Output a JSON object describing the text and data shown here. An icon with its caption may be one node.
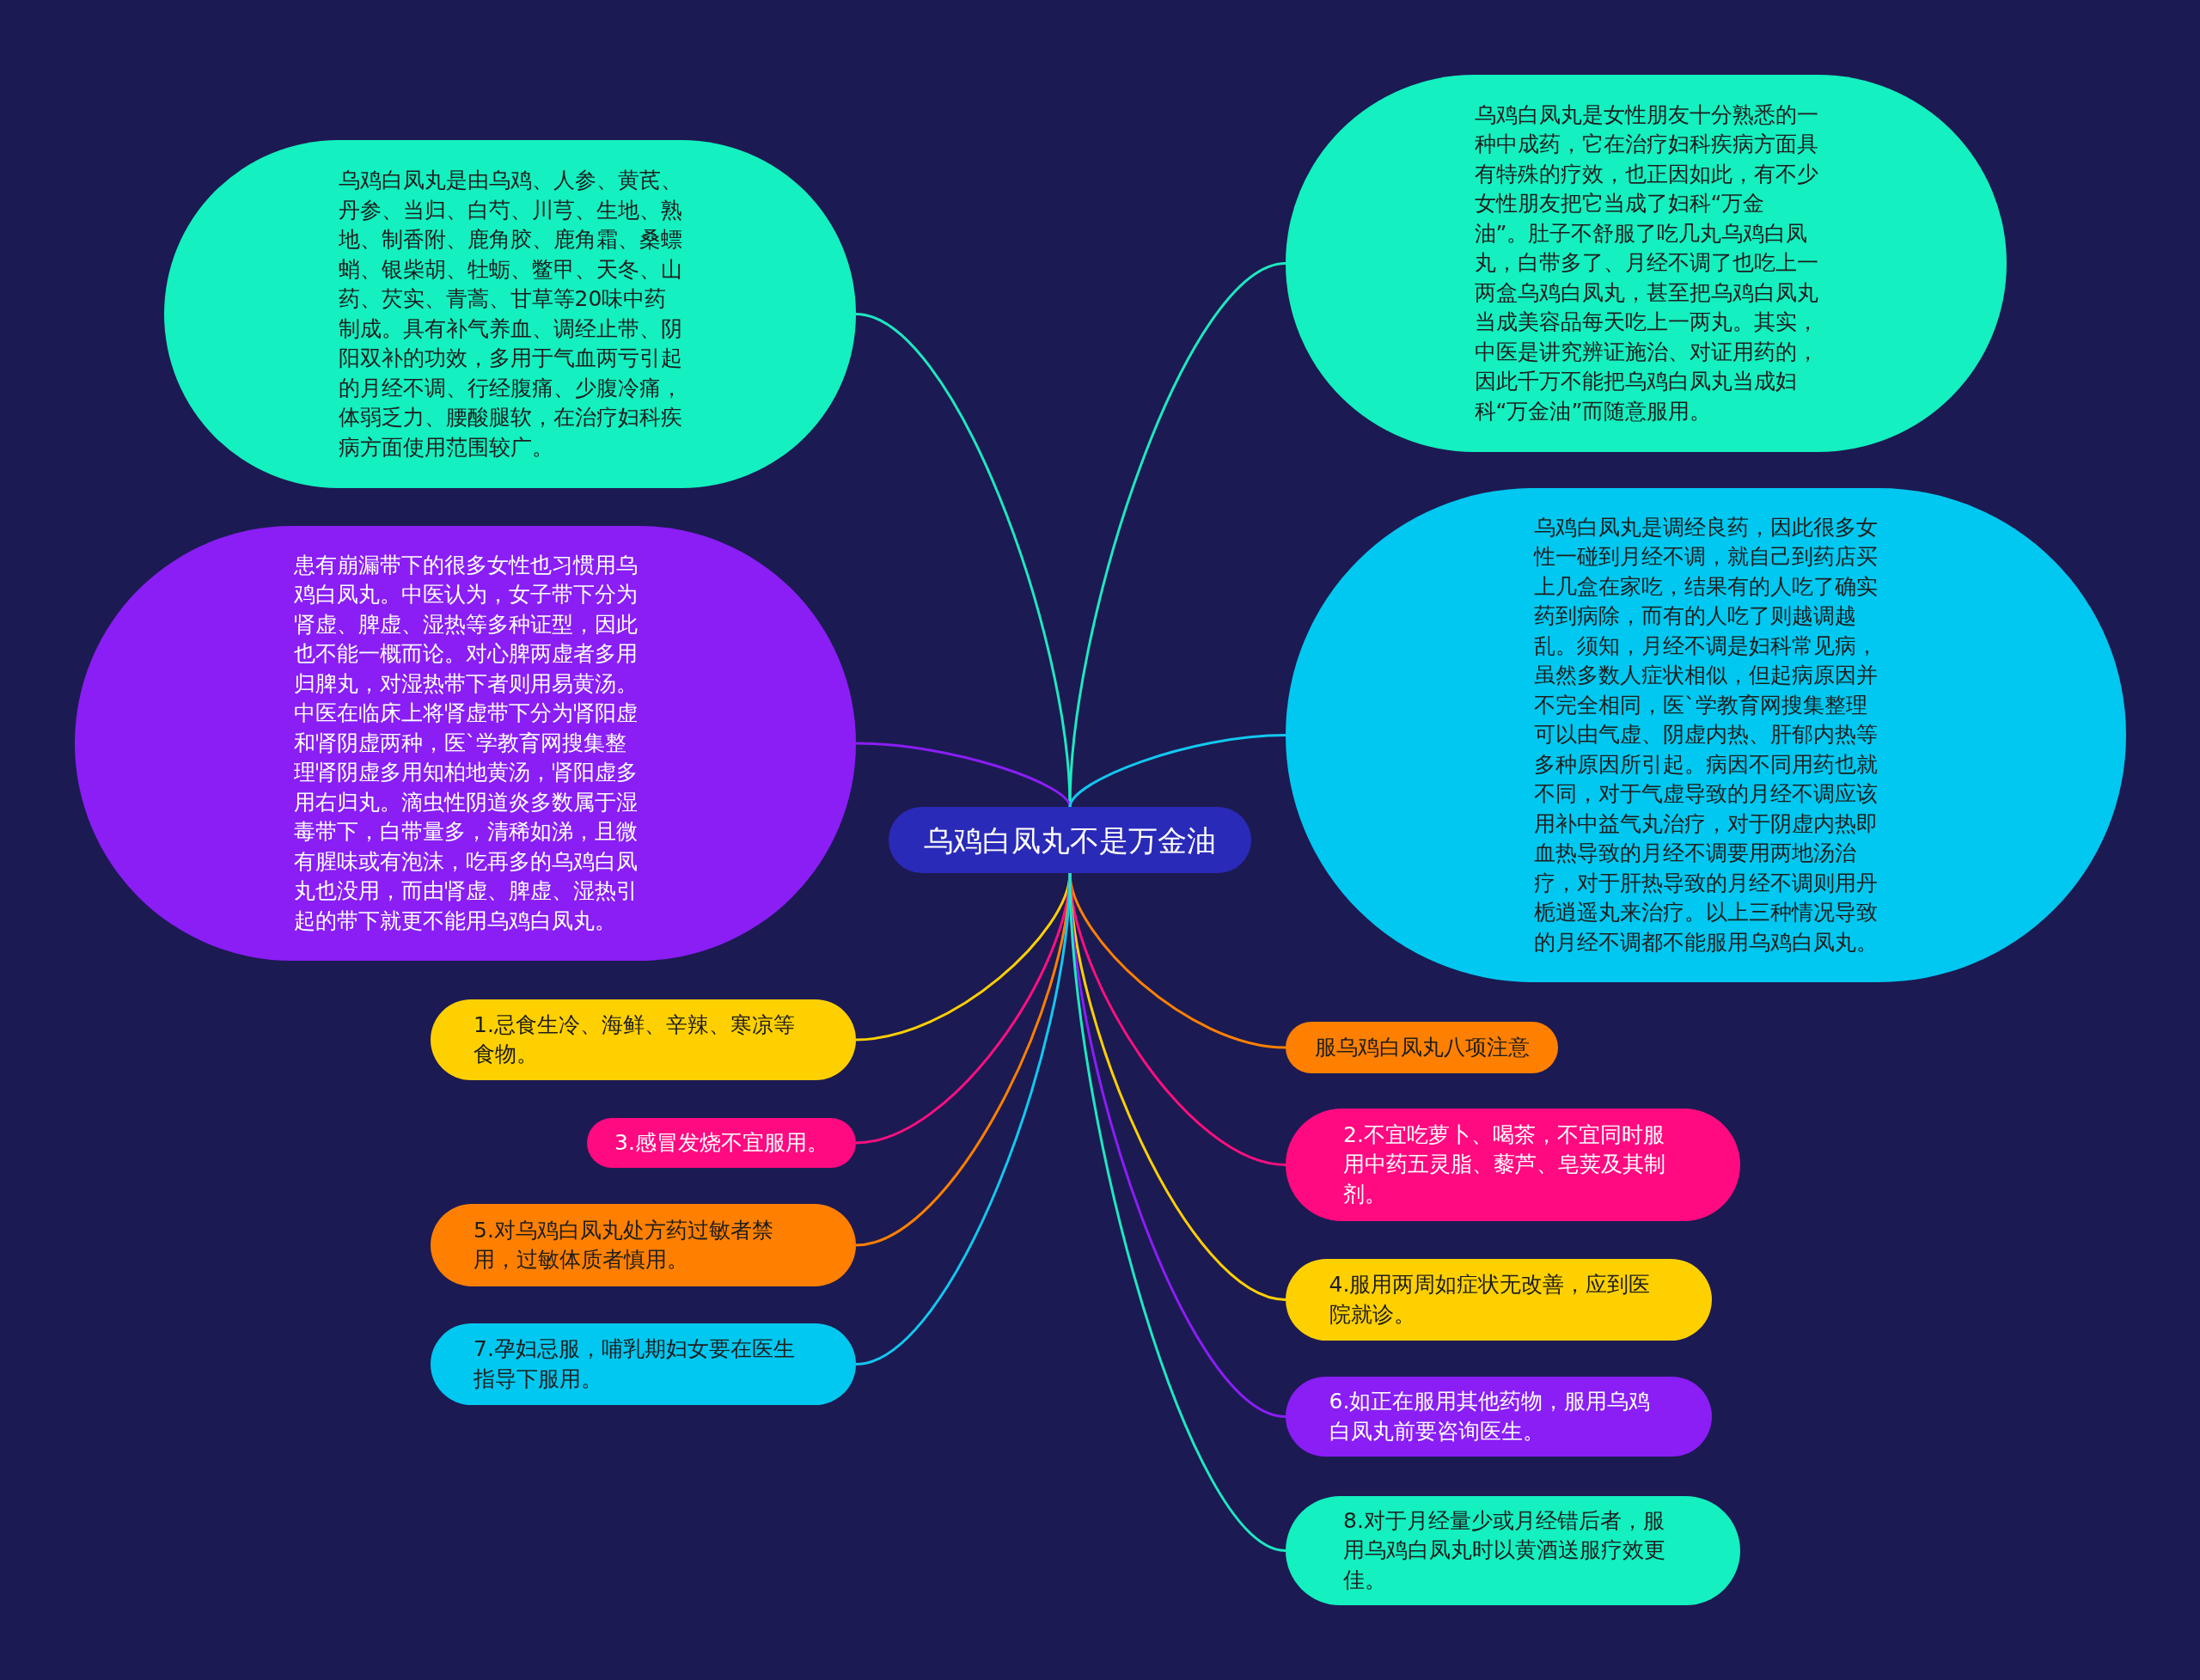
{
  "diagram": {
    "nodes": [
      {
        "text": [
          "乌鸡白凤丸不是万金油"
        ]
      },
      {
        "text": [
          "乌鸡白凤丸是由乌鸡、人参、黄芪、丹参、当归、白芍、川芎、生地、熟地、制香附、鹿角胶、鹿角霜、桑螵蛸、银柴胡、牡蛎、鳖甲、天冬、山药、芡实、青蒿、甘草等20味中药制成。具有补气养血、调经止带、阴阳双补的功效，多用于气血两亏引起的月经不调、行经腹痛、少腹冷痛，体弱乏力、腰酸腿软，在治疗妇科疾病方面使用范围较广。"
        ]
      },
      {
        "text": [
          "乌鸡白凤丸是女性朋友十分熟悉的一种中成药，它在治疗妇科疾病方面具有特殊的疗效，也正因如此，有不少女性朋友把它当成了妇科“万金油”。肚子不舒服了吃几丸乌鸡白凤丸，白带多了、月经不调了也吃上一两盒乌鸡白凤丸，甚至把乌鸡白凤丸当成美容品每天吃上一两丸。其实，中医是讲究辨证施治、对证用药的，因此千万不能把乌鸡白凤丸当成妇科“万金油”而随意服用。"
        ]
      },
      {
        "text": [
          "患有崩漏带下的很多女性也习惯用乌鸡白凤丸。中医认为，女子带下分为肾虚、脾虚、湿热等多种证型，因此也不能一概而论。对心脾两虚者多用归脾丸，对湿热带下者则用易黄汤。中医在临床上将肾虚带下分为肾阳虚和肾阴虚两种，医`学教育网搜集整理肾阴虚多用知柏地黄汤，肾阳虚多用右归丸。滴虫性阴道炎多数属于湿毒带下，白带量多，清稀如涕，且微有腥味或有泡沫，吃再多的乌鸡白凤丸也没用，而由肾虚、脾虚、湿热引起的带下就更不能用乌鸡白凤丸。"
        ]
      },
      {
        "text": [
          "乌鸡白凤丸是调经良药，因此很多女性一碰到月经不调，就自己到药店买上几盒在家吃，结果有的人吃了确实药到病除，而有的人吃了则越调越乱。须知，月经不调是妇科常见病，虽然多数人症状相似，但起病原因并不完全相同，医`学教育网搜集整理可以由气虚、阴虚内热、肝郁内热等多种原因所引起。病因不同用药也就不同，对于气虚导致的月经不调应该用补中益气丸治疗，对于阴虚内热即血热导致的月经不调要用两地汤治疗，对于肝热导致的月经不调则用丹栀逍遥丸来治疗。以上三种情况导致的月经不调都不能服用乌鸡白凤丸。"
        ]
      },
      {
        "text": [
          "服乌鸡白凤丸八项注意"
        ]
      },
      {
        "text": [
          "1.忌食生冷、海鲜、辛辣、寒凉等食物。"
        ]
      },
      {
        "text": [
          "2.不宜吃萝卜、喝茶，不宜同时服用中药五灵脂、藜芦、皂荚及其制剂。"
        ]
      },
      {
        "text": [
          "3.感冒发烧不宜服用。"
        ]
      },
      {
        "text": [
          "4.服用两周如症状无改善，应到医院就诊。"
        ]
      },
      {
        "text": [
          "5.对乌鸡白凤丸处方药过敏者禁用，过敏体质者慎用。"
        ]
      },
      {
        "text": [
          "6.如正在服用其他药物，服用乌鸡白凤丸前要咨询医生。"
        ]
      },
      {
        "text": [
          "7.孕妇忌服，哺乳期妇女要在医生指导下服用。"
        ]
      },
      {
        "text": [
          "8.对于月经量少或月经错后者，服用乌鸡白凤丸时以黄酒送服疗效更佳。"
        ]
      }
    ],
    "edges": [
      {
        "from": 0,
        "to": 1,
        "arrow": "none",
        "color": "#1ee8c0"
      },
      {
        "from": 0,
        "to": 2,
        "arrow": "none",
        "color": "#1ee8c0"
      },
      {
        "from": 0,
        "to": 3,
        "arrow": "none",
        "color": "#8a1ef5"
      },
      {
        "from": 0,
        "to": 4,
        "arrow": "none",
        "color": "#12c8f0"
      },
      {
        "from": 0,
        "to": 5,
        "arrow": "none",
        "color": "#ff8000"
      },
      {
        "from": 0,
        "to": 6,
        "arrow": "none",
        "color": "#ffd000"
      },
      {
        "from": 0,
        "to": 7,
        "arrow": "none",
        "color": "#ff1080"
      },
      {
        "from": 0,
        "to": 8,
        "arrow": "none",
        "color": "#ff1080"
      },
      {
        "from": 0,
        "to": 9,
        "arrow": "none",
        "color": "#ffd000"
      },
      {
        "from": 0,
        "to": 10,
        "arrow": "none",
        "color": "#ff8000"
      },
      {
        "from": 0,
        "to": 11,
        "arrow": "none",
        "color": "#8a1ef5"
      },
      {
        "from": 0,
        "to": 12,
        "arrow": "none",
        "color": "#12c8f0"
      },
      {
        "from": 0,
        "to": 13,
        "arrow": "none",
        "color": "#1ee8c0"
      }
    ]
  }
}
